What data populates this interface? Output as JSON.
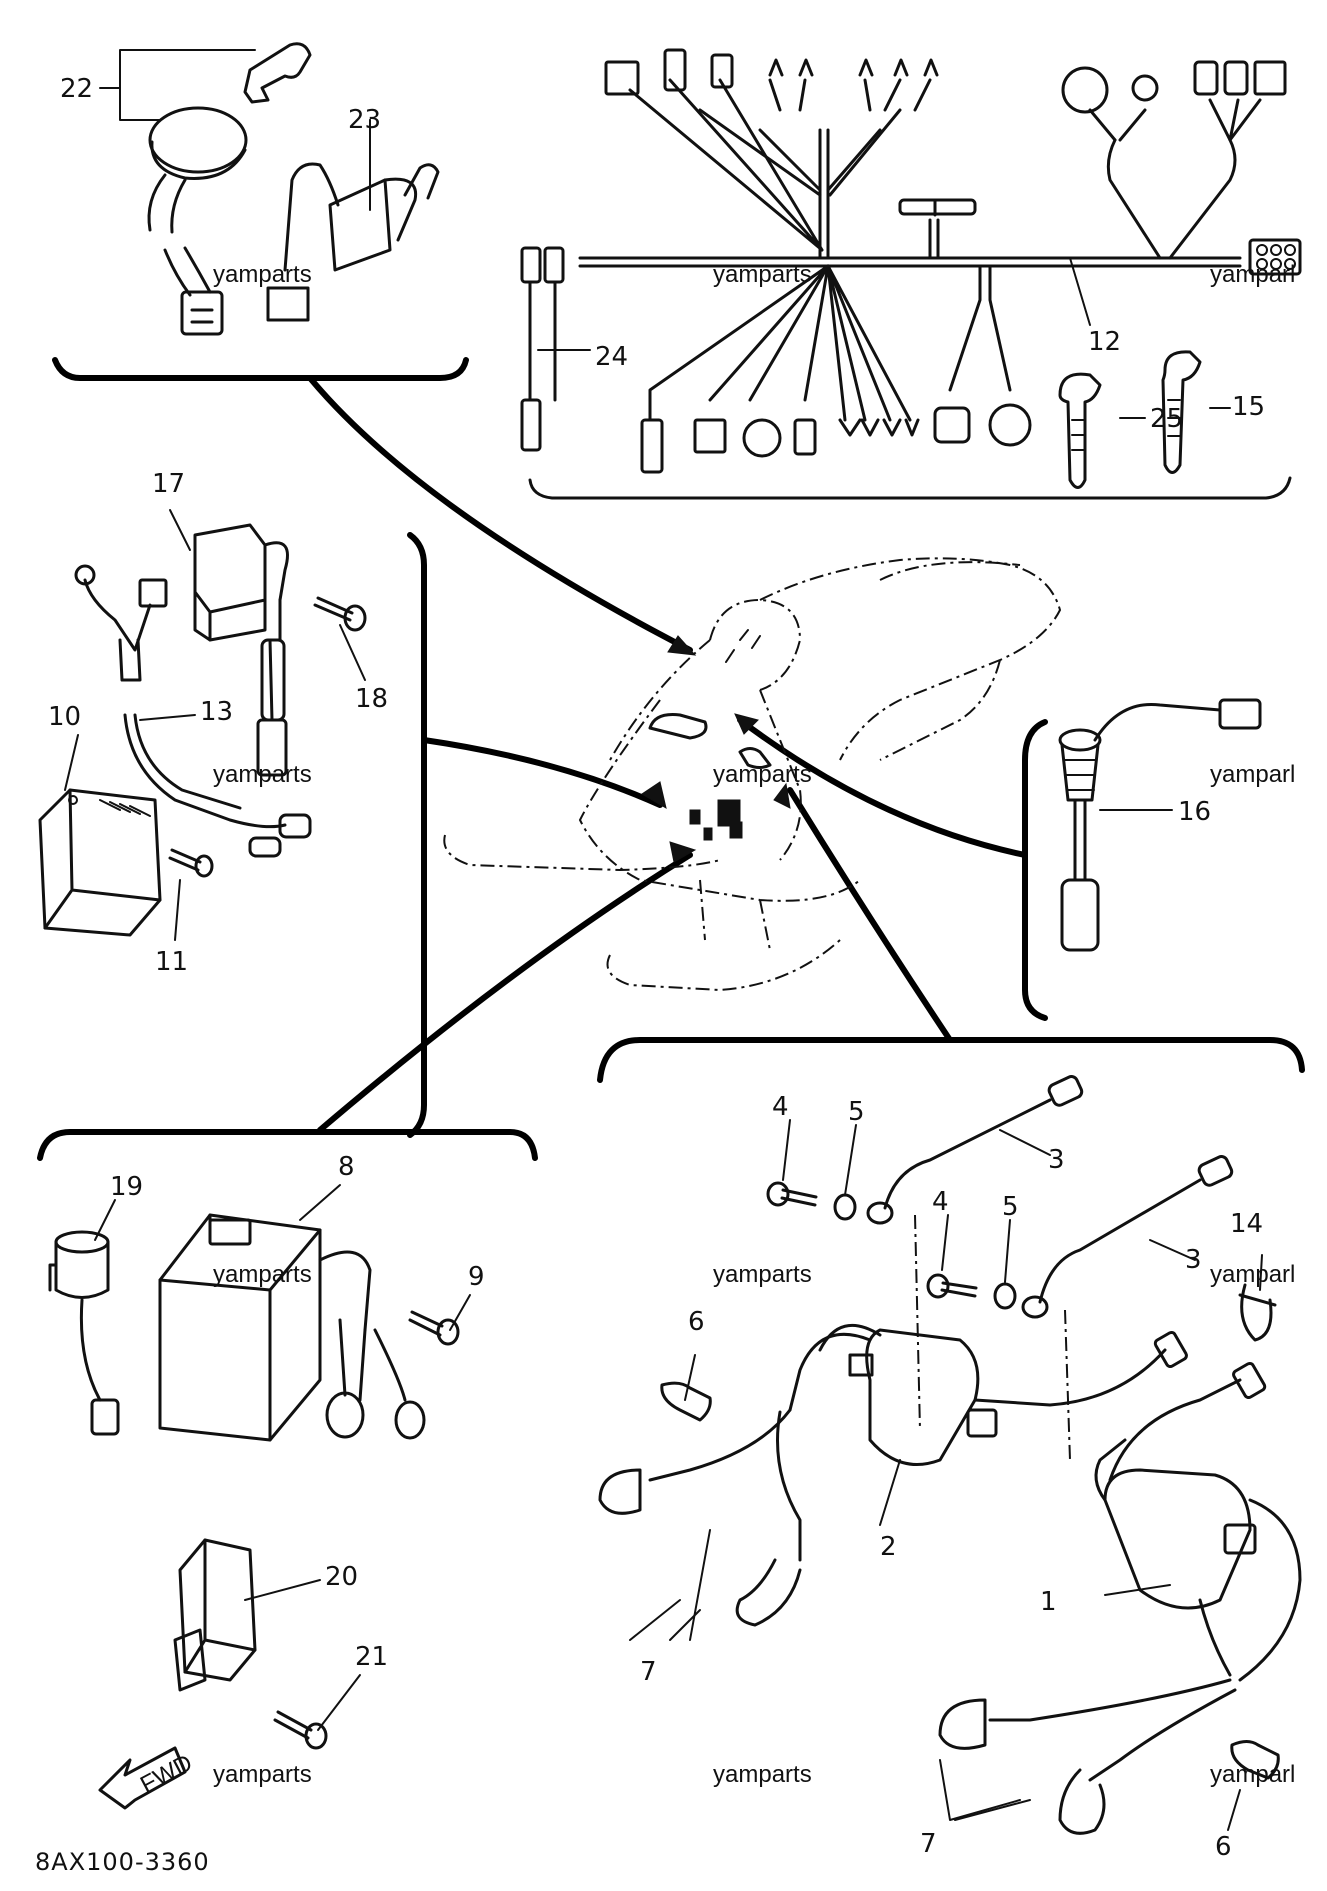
{
  "diagram_code": "8AX100-3360",
  "watermark": "yamparts",
  "watermark_edge": "yamparl",
  "fwd_label": "FWD",
  "part_numbers": {
    "p1": "1",
    "p2": "2",
    "p3a": "3",
    "p3b": "3",
    "p4a": "4",
    "p4b": "4",
    "p5a": "5",
    "p5b": "5",
    "p6a": "6",
    "p6b": "6",
    "p7a": "7",
    "p7b": "7",
    "p8": "8",
    "p9": "9",
    "p10": "10",
    "p11": "11",
    "p12": "12",
    "p13": "13",
    "p14": "14",
    "p15": "15",
    "p16": "16",
    "p17": "17",
    "p18": "18",
    "p19": "19",
    "p20": "20",
    "p21": "21",
    "p22": "22",
    "p23": "23",
    "p24": "24",
    "p25": "25"
  }
}
